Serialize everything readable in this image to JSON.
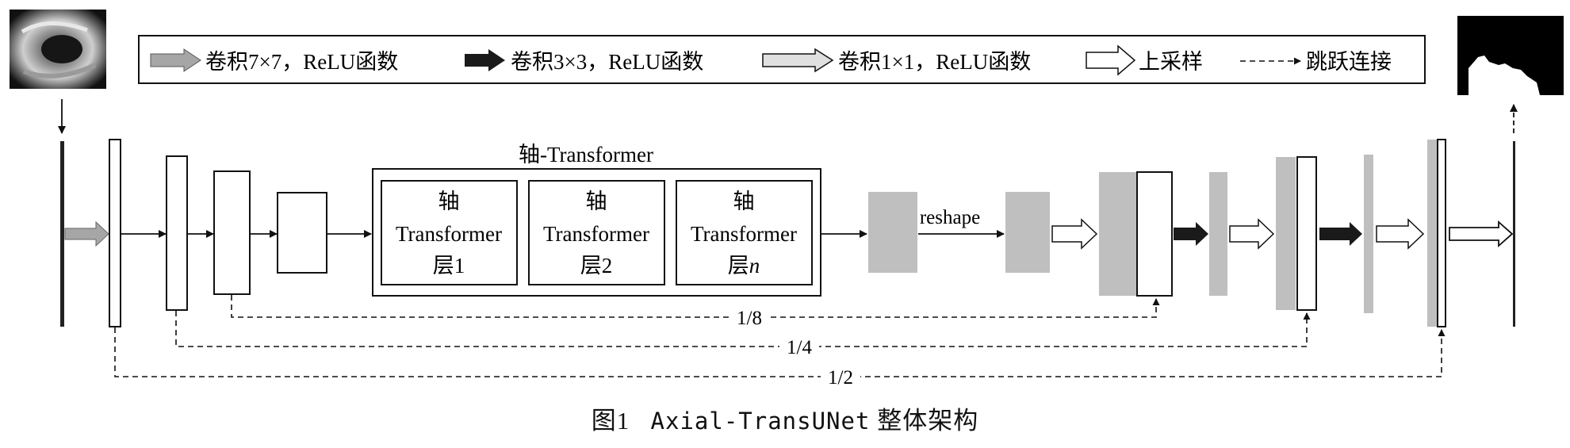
{
  "legend": {
    "items": [
      {
        "label": "卷积7×7，ReLU函数",
        "arrow": "gray"
      },
      {
        "label": "卷积3×3，ReLU函数",
        "arrow": "black"
      },
      {
        "label": "卷积1×1，ReLU函数",
        "arrow": "light"
      },
      {
        "label": "上采样",
        "arrow": "white"
      },
      {
        "label": "跳跃连接",
        "arrow": "dashed"
      }
    ]
  },
  "axial_transformer": {
    "title": "轴-Transformer",
    "layers": [
      {
        "line1": "轴",
        "line2": "Transformer",
        "line3": "层1"
      },
      {
        "line1": "轴",
        "line2": "Transformer",
        "line3": "层2"
      },
      {
        "line1": "轴",
        "line2": "Transformer",
        "line3_prefix": "层",
        "line3_var": "n"
      }
    ]
  },
  "reshape_label": "reshape",
  "skip_labels": [
    "1/8",
    "1/4",
    "1/2"
  ],
  "caption": {
    "prefix": "图1",
    "model": "Axial-TransUNet",
    "suffix": "整体架构"
  },
  "colors": {
    "gray_feature": "#bfbfbf",
    "dark_arrow": "#1a1a1a",
    "gray_arrow": "#a6a6a6",
    "light_arrow": "#e0e0e0"
  }
}
